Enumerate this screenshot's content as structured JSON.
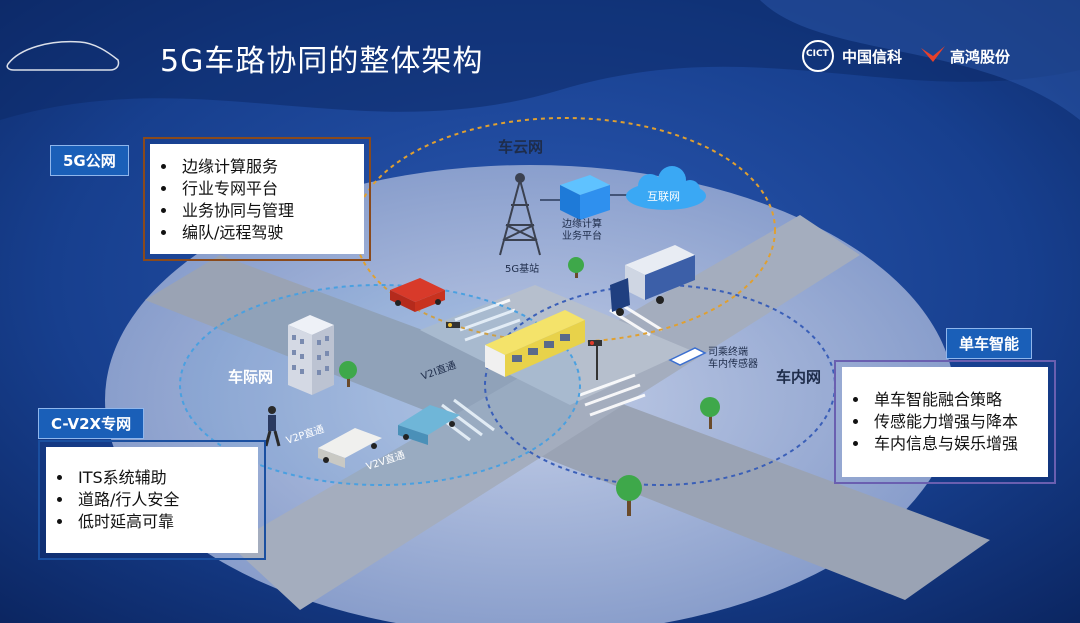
{
  "title": "5G车路协同的整体架构",
  "logos": {
    "cict_mark": "CICT",
    "cict_name": "中国信科",
    "partner_name": "高鸿股份"
  },
  "networks": {
    "cloud": "车云网",
    "v2v_net": "车际网",
    "in_vehicle": "车内网",
    "internet": "互联网"
  },
  "panels": {
    "public_5g": {
      "tag": "5G公网",
      "items": [
        "边缘计算服务",
        "行业专网平台",
        "业务协同与管理",
        "编队/远程驾驶"
      ]
    },
    "cv2x": {
      "tag": "C-V2X专网",
      "items": [
        "ITS系统辅助",
        "道路/行人安全",
        "低时延高可靠"
      ]
    },
    "single_vehicle": {
      "tag": "单车智能",
      "items": [
        "单车智能融合策略",
        "传感能力增强与降本",
        "车内信息与娱乐增强"
      ]
    }
  },
  "scene_labels": {
    "base_station": "5G基站",
    "edge_platform_1": "边缘计算",
    "edge_platform_2": "业务平台",
    "terminal_1": "司乘终端",
    "terminal_2": "车内传感器",
    "v2p": "V2P直通",
    "v2v": "V2V直通",
    "v2i": "V2I直通"
  },
  "colors": {
    "background": "#0f2f74",
    "tag_blue": "#1a5fb8",
    "orange_frame": "#8a4a1c",
    "cloud_ring": "#e0a030",
    "v2x_ring": "#4aa0e0",
    "road": "#9aa3b4"
  }
}
